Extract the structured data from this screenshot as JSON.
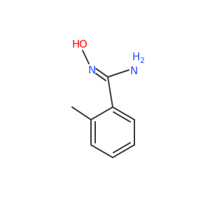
{
  "molecule": {
    "atoms": {
      "oxygen_label": "O",
      "hydroxyl_h_label": "H",
      "imine_n_label": "N",
      "amine_n_label": "N",
      "amine_h_label": "H",
      "amine_h_count": "2"
    },
    "colors": {
      "bond": "#3b3b3b",
      "oxygen": "#ff0d0d",
      "nitrogen": "#3050f8",
      "background": "#ffffff"
    }
  }
}
